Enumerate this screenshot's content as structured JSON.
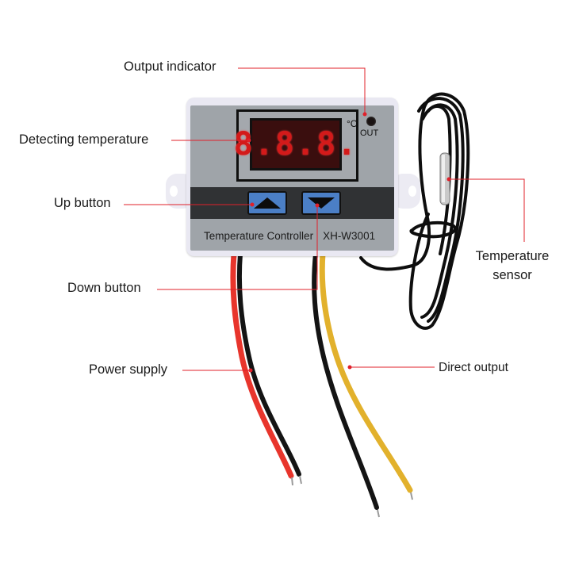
{
  "device": {
    "display_digits": "8.8.8.",
    "unit": "°C",
    "indicator_label": "OUT",
    "brand_text": "Temperature Controller",
    "model": "XH-W3001",
    "buttons": [
      {
        "name": "up",
        "icon": "triangle-up-icon"
      },
      {
        "name": "down",
        "icon": "triangle-down-icon"
      }
    ]
  },
  "callouts": {
    "output_indicator": "Output indicator",
    "detecting_temperature": "Detecting temperature",
    "up_button": "Up button",
    "down_button": "Down button",
    "power_supply": "Power supply",
    "temperature_sensor_line1": "Temperature",
    "temperature_sensor_line2": "sensor",
    "direct_output": "Direct output"
  },
  "colors": {
    "callout_line": "#e0202a",
    "display_digits": "#d31a1a",
    "button_blue": "#4b7fc6",
    "housing": "#e9e8f2",
    "faceplate": "#9fa4a9",
    "wire_red": "#e8352c",
    "wire_black": "#141414",
    "wire_yellow": "#e2b12c"
  }
}
